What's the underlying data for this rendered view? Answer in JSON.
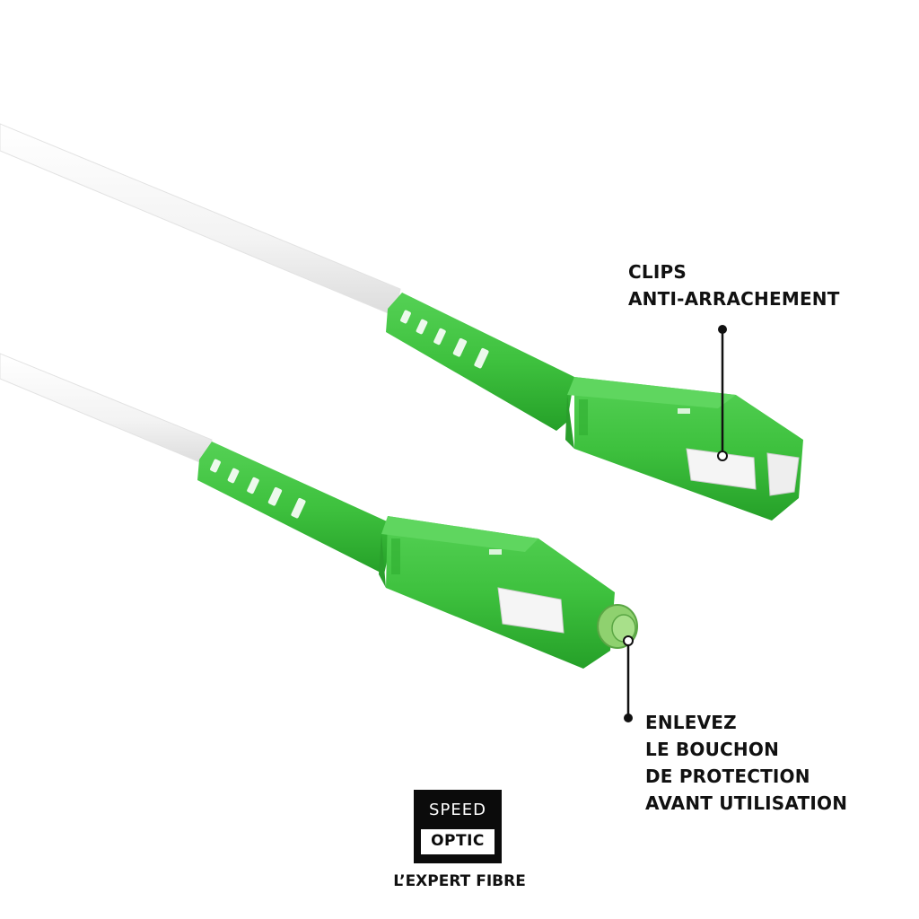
{
  "callouts": {
    "top": {
      "lines": [
        "CLIPS",
        "ANTI-ARRACHEMENT"
      ]
    },
    "bottom": {
      "lines": [
        "ENLEVEZ",
        "LE BOUCHON",
        "DE PROTECTION",
        "AVANT UTILISATION"
      ]
    }
  },
  "logo": {
    "speed": "SPEED",
    "optic": "OPTIC"
  },
  "tagline": "L’EXPERT FIBRE",
  "colors": {
    "connector_green": "#3ec13e",
    "connector_green_dark": "#2aa52c",
    "cable_white": "#f4f4f4",
    "text": "#111111",
    "logo_bg": "#0b0b0b"
  }
}
